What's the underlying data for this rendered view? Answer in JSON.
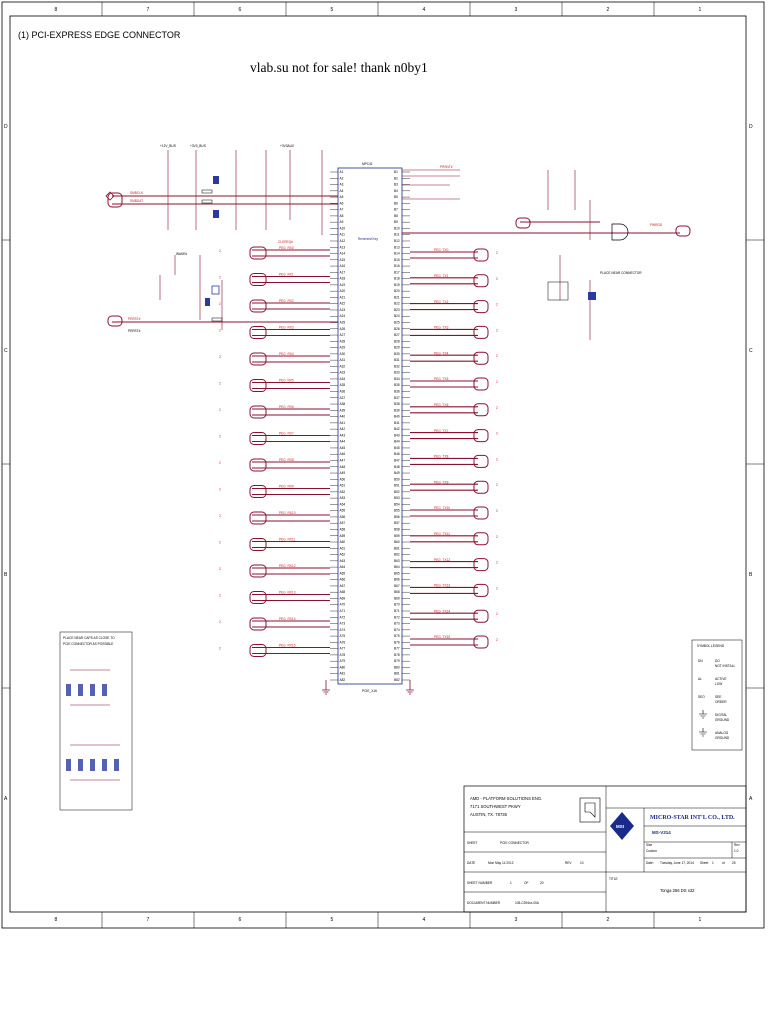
{
  "sheet": {
    "section_title": "(1) PCI-EXPRESS EDGE CONNECTOR",
    "watermark": "vlab.su not for sale! thank n0by1",
    "zone_columns": [
      "8",
      "7",
      "6",
      "5",
      "4",
      "3",
      "2",
      "1"
    ],
    "zone_rows": [
      "D",
      "C",
      "B",
      "A"
    ]
  },
  "connector": {
    "ref": "MPC41",
    "footer": "PCIE_X16",
    "body_label": "Reversed Key",
    "left_pins": [
      "A1",
      "A2",
      "A3",
      "A4",
      "A5",
      "A6",
      "A7",
      "A8",
      "A9",
      "A10",
      "A11",
      "A12",
      "A13",
      "A14",
      "A15",
      "A16",
      "A17",
      "A18",
      "A19",
      "A20",
      "A21",
      "A22",
      "A23",
      "A24",
      "A25",
      "A26",
      "A27",
      "A28",
      "A29",
      "A30",
      "A31",
      "A32",
      "A33",
      "A34",
      "A35",
      "A36",
      "A37",
      "A38",
      "A39",
      "A40",
      "A41",
      "A42",
      "A43",
      "A44",
      "A45",
      "A46",
      "A47",
      "A48",
      "A49",
      "A50",
      "A51",
      "A52",
      "A53",
      "A54",
      "A55",
      "A56",
      "A57",
      "A58",
      "A59",
      "A60",
      "A61",
      "A62",
      "A63",
      "A64",
      "A65",
      "A66",
      "A67",
      "A68",
      "A69",
      "A70",
      "A71",
      "A72",
      "A73",
      "A74",
      "A75",
      "A76",
      "A77",
      "A78",
      "A79",
      "A80",
      "A81",
      "A82"
    ],
    "right_pins": [
      "B1",
      "B2",
      "B3",
      "B4",
      "B5",
      "B6",
      "B7",
      "B8",
      "B9",
      "B10",
      "B11",
      "B12",
      "B13",
      "B14",
      "B15",
      "B16",
      "B17",
      "B18",
      "B19",
      "B20",
      "B21",
      "B22",
      "B23",
      "B24",
      "B25",
      "B26",
      "B27",
      "B28",
      "B29",
      "B30",
      "B31",
      "B32",
      "B33",
      "B34",
      "B35",
      "B36",
      "B37",
      "B38",
      "B39",
      "B40",
      "B41",
      "B42",
      "B43",
      "B44",
      "B45",
      "B46",
      "B47",
      "B48",
      "B49",
      "B50",
      "B51",
      "B52",
      "B53",
      "B54",
      "B55",
      "B56",
      "B57",
      "B58",
      "B59",
      "B60",
      "B61",
      "B62",
      "B63",
      "B64",
      "B65",
      "B66",
      "B67",
      "B68",
      "B69",
      "B70",
      "B71",
      "B72",
      "B73",
      "B74",
      "B75",
      "B76",
      "B77",
      "B78",
      "B79",
      "B80",
      "B81",
      "B82"
    ]
  },
  "nets": {
    "left_rx": [
      "PEG_RX0",
      "PEG_RX1",
      "PEG_RX2",
      "PEG_RX3",
      "PEG_RX4",
      "PEG_RX5",
      "PEG_RX6",
      "PEG_RX7",
      "PEG_RX8",
      "PEG_RX9",
      "PEG_RX10",
      "PEG_RX11",
      "PEG_RX12",
      "PEG_RX13",
      "PEG_RX14",
      "PEG_RX15"
    ],
    "right_tx": [
      "PEG_TX0",
      "PEG_TX1",
      "PEG_TX2",
      "PEG_TX3",
      "PEG_TX4",
      "PEG_TX5",
      "PEG_TX6",
      "PEG_TX7",
      "PEG_TX8",
      "PEG_TX9",
      "PEG_TX10",
      "PEG_TX11",
      "PEG_TX12",
      "PEG_TX13",
      "PEG_TX14",
      "PEG_TX15"
    ],
    "top_left": [
      "SMBCLK",
      "SMBDAT",
      "PERST#",
      "CLKREQ#"
    ],
    "top_right": [
      "PRSNT#",
      "PWRGD"
    ],
    "misc_labels": [
      "+12V_BUS",
      "+3V3_BUS",
      "+3V3AUX",
      "PERST#",
      "WAKE#"
    ]
  },
  "notes": {
    "bottom_left": [
      "PLACE NEAR CAPS AS CLOSE TO",
      "PCIE CONNECTOR AS POSSIBLE"
    ],
    "right_note": "PLACE NEAR CONNECTOR"
  },
  "legend": {
    "title": "SYMBOL LEGEND",
    "items": [
      {
        "code": "DN",
        "text": "DO NOT INSTALL"
      },
      {
        "code": "AL",
        "text": "ACTIVE LOW"
      },
      {
        "code": "SEO",
        "text": "SEE ORDER"
      },
      {
        "code": "",
        "text": "DIGITAL GROUND"
      },
      {
        "code": "",
        "text": "ANALOG GROUND"
      }
    ]
  },
  "titleblock": {
    "company_lines": [
      "AMD - PLATFORM SOLUTIONS ENG.",
      "7171 SOUTHWEST PKWY",
      "AUSTIN, TX. 78735"
    ],
    "sheet_label": "SHEET",
    "sheet_value": "PCIE CONNECTOR",
    "date_label": "DATE",
    "date_value": "Mon May 14 2012",
    "rev_label": "REV",
    "rev_value": "10",
    "sheet_number_label": "SHEET NUMBER",
    "sheet_number": "1",
    "sheet_of": "OF",
    "sheet_total": "20",
    "doc_number_label": "DOCUMENT NUMBER",
    "doc_number": "105-C394xx-00A",
    "title_label": "TITLE",
    "title_value": "Tonga 256 DS x32",
    "msi_company": "MICRO-STAR INT'L CO., LTD.",
    "msi_logo_text": "MSI",
    "msi_model": "MS-V314",
    "size_label": "Size",
    "size_value": "Custom",
    "rev2_label": "Rev",
    "rev2_value": "1.0",
    "date2_label": "Date:",
    "date2_value": "Tuesday, June 17, 2014",
    "sheet2_label": "Sheet",
    "sheet2_value": "1",
    "of2_label": "of",
    "of2_value": "25"
  },
  "colors": {
    "wire": "#8a1030",
    "net_label": "#d01818",
    "ink": "#000000",
    "title_blue": "#1a2a8a"
  }
}
